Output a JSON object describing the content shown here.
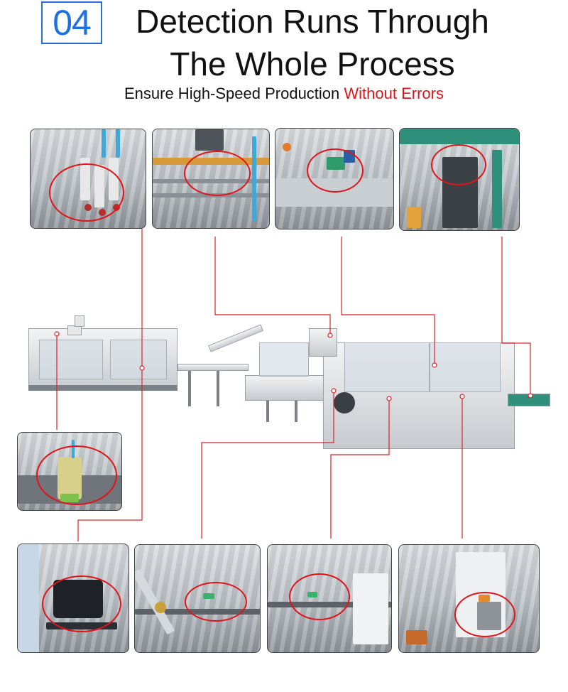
{
  "header": {
    "number": "04",
    "title_line1": "Detection Runs Through",
    "title_line2": "The Whole Process",
    "subtitle_plain": "Ensure High-Speed Production ",
    "subtitle_highlight": "Without Errors"
  },
  "colors": {
    "accent_blue": "#1f6fe0",
    "highlight_red": "#e0141b",
    "line_red": "#d9232a"
  },
  "photos": [
    {
      "name": "photo-sensor-suction-cups"
    },
    {
      "name": "photo-sensor-blister-feed"
    },
    {
      "name": "photo-sensor-photoelectric-green"
    },
    {
      "name": "photo-sensor-carton-chain"
    },
    {
      "name": "photo-sensor-proximity"
    },
    {
      "name": "photo-sensor-black-detector"
    },
    {
      "name": "photo-sensor-guide-rail-1"
    },
    {
      "name": "photo-sensor-guide-rail-2"
    },
    {
      "name": "photo-sensor-orange-module"
    }
  ]
}
